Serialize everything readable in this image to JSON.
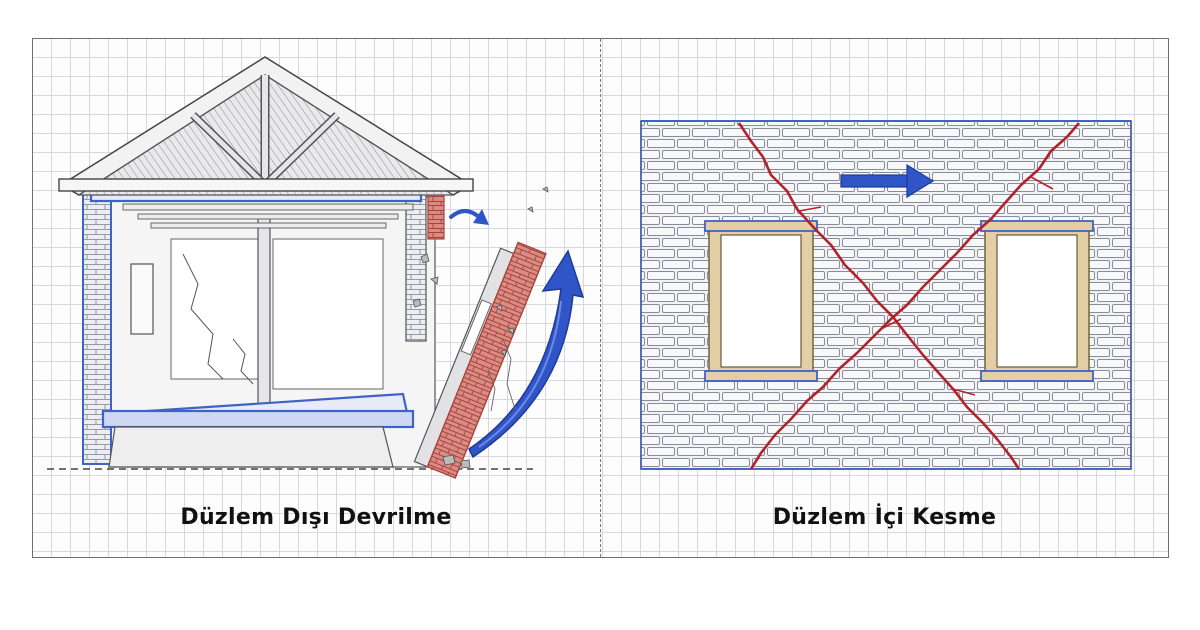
{
  "panels": {
    "left": {
      "caption": "Düzlem Dışı Devrilme",
      "colors": {
        "wall_fill": "#e7e7e9",
        "brick_red": "#d98c84",
        "brick_stroke": "#b0483f",
        "beam_blue": "#3f62c6",
        "arrow_blue": "#2f55c9"
      },
      "icons": [
        "house-section-drawing",
        "overturning-brick-wall",
        "curved-rotation-arrow",
        "small-rotation-arrow"
      ]
    },
    "right": {
      "caption": "Düzlem İçi Kesme",
      "colors": {
        "brick_fill": "#f1f2f5",
        "brick_stroke": "#8a8d98",
        "crack_red": "#b3222a",
        "window_frame": "#e3cfa6",
        "lintel_blue": "#3f62c6",
        "arrow_blue": "#2f55c9"
      },
      "icons": [
        "brick-wall-elevation",
        "window-left",
        "window-right",
        "x-shear-crack",
        "horizontal-force-arrow"
      ]
    }
  }
}
